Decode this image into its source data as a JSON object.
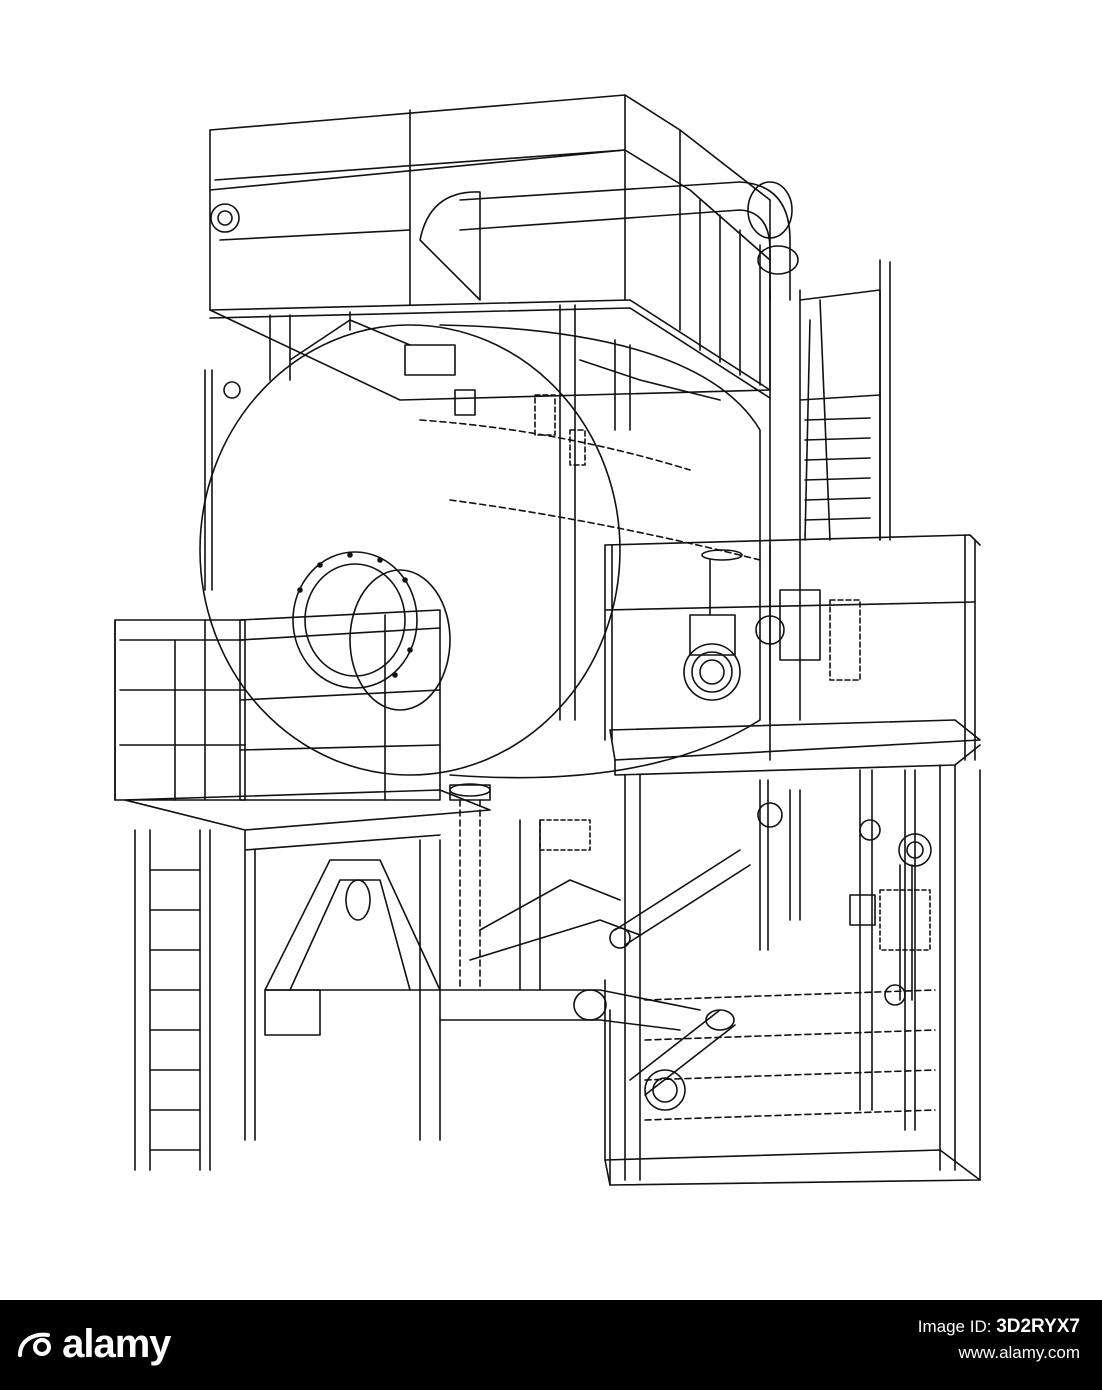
{
  "footer": {
    "brand": "alamy",
    "image_id_label": "Image ID:",
    "image_id": "3D2RYX7",
    "url": "www.alamy.com"
  },
  "colors": {
    "line": "#111111",
    "footer_bg": "#000000",
    "footer_text": "#ffffff"
  },
  "icons": [
    "alamy-logo-icon"
  ]
}
